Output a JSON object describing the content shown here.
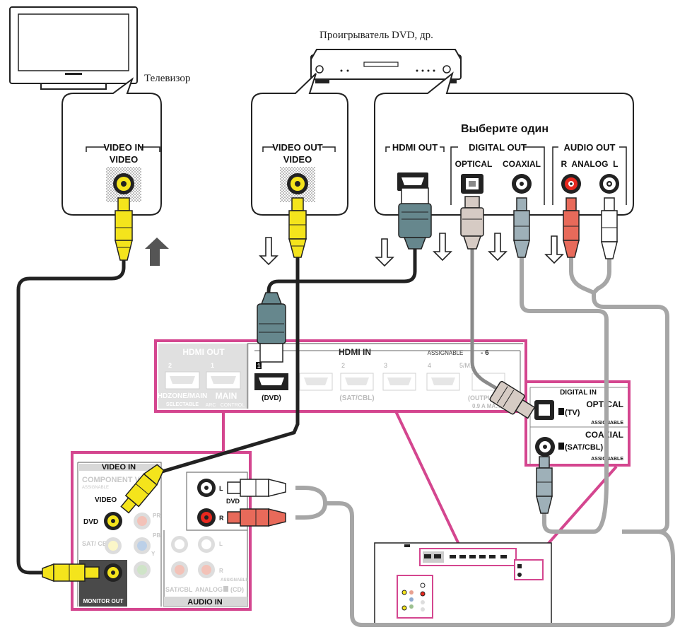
{
  "devices": {
    "tv_label": "Телевизор",
    "player_label": "Проигрыватель DVD, др."
  },
  "tv_panel": {
    "group_label": "VIDEO IN",
    "jack_label": "VIDEO"
  },
  "player_video_panel": {
    "group_label": "VIDEO OUT",
    "jack_label": "VIDEO"
  },
  "player_panel": {
    "choose_one": "Выберите один",
    "hdmi_out": "HDMI OUT",
    "digital_out": "DIGITAL OUT",
    "optical": "OPTICAL",
    "coaxial": "COAXIAL",
    "audio_out": "AUDIO OUT",
    "analog": "R  ANALOG  L"
  },
  "receiver": {
    "hdmi_out": "HDMI OUT",
    "hdmi_out_2": "2",
    "hdmi_out_1": "1",
    "hdzone_main": "HDZONE/MAIN",
    "selectable": "SELECTABLE",
    "main": "MAIN",
    "arc": "ARC",
    "control": "CONTROL",
    "hdmi_in": "HDMI IN",
    "assignable": "ASSIGNABLE",
    "assignable_range": "- 6",
    "in_1": "1",
    "in_2": "2",
    "in_3": "3",
    "in_4": "4",
    "in_5": "5/M...",
    "dvd": "(DVD)",
    "sat_cbl": "(SAT/CBL)",
    "output": "(OUTPU...",
    "max": "0.9 A MA...",
    "digital_in": "DIGITAL IN",
    "optical": "OPTICAL",
    "tv": "(TV)",
    "assignable_1": "ASSIGNABLE",
    "coaxial": "COAXIAL",
    "coax_sat": "(SAT/CBL)",
    "assignable_2": "ASSIGNABLE",
    "video_in": "VIDEO IN",
    "component": "COMPONENT V...",
    "component_assignable": "ASSIGNABLE",
    "video": "VIDEO",
    "dvd_video": "DVD",
    "sat_cbl_video": "SAT/ CBL",
    "pr": "PR",
    "pb": "PB",
    "y": "Y",
    "monitor_out": "MONITOR OUT",
    "audio_l": "L",
    "audio_dvd": "DVD",
    "audio_r": "R",
    "audio_l2": "L",
    "audio_r2": "R",
    "audio_assignable": "ASSIGNABLE",
    "sat_cbl_audio": "SAT/CBL",
    "analog_cd": "ANALOG",
    "cd": "(CD)",
    "audio_in": "AUDIO IN"
  },
  "colors": {
    "magenta": "#d4468f",
    "yellow": "#f4e41c",
    "hdmi_cable": "#66878d",
    "optical_cable": "#d6cbc4",
    "coax_cable": "#9eb0b8",
    "red_cable": "#e86a5a",
    "gray_cable": "#a6a6a6"
  }
}
